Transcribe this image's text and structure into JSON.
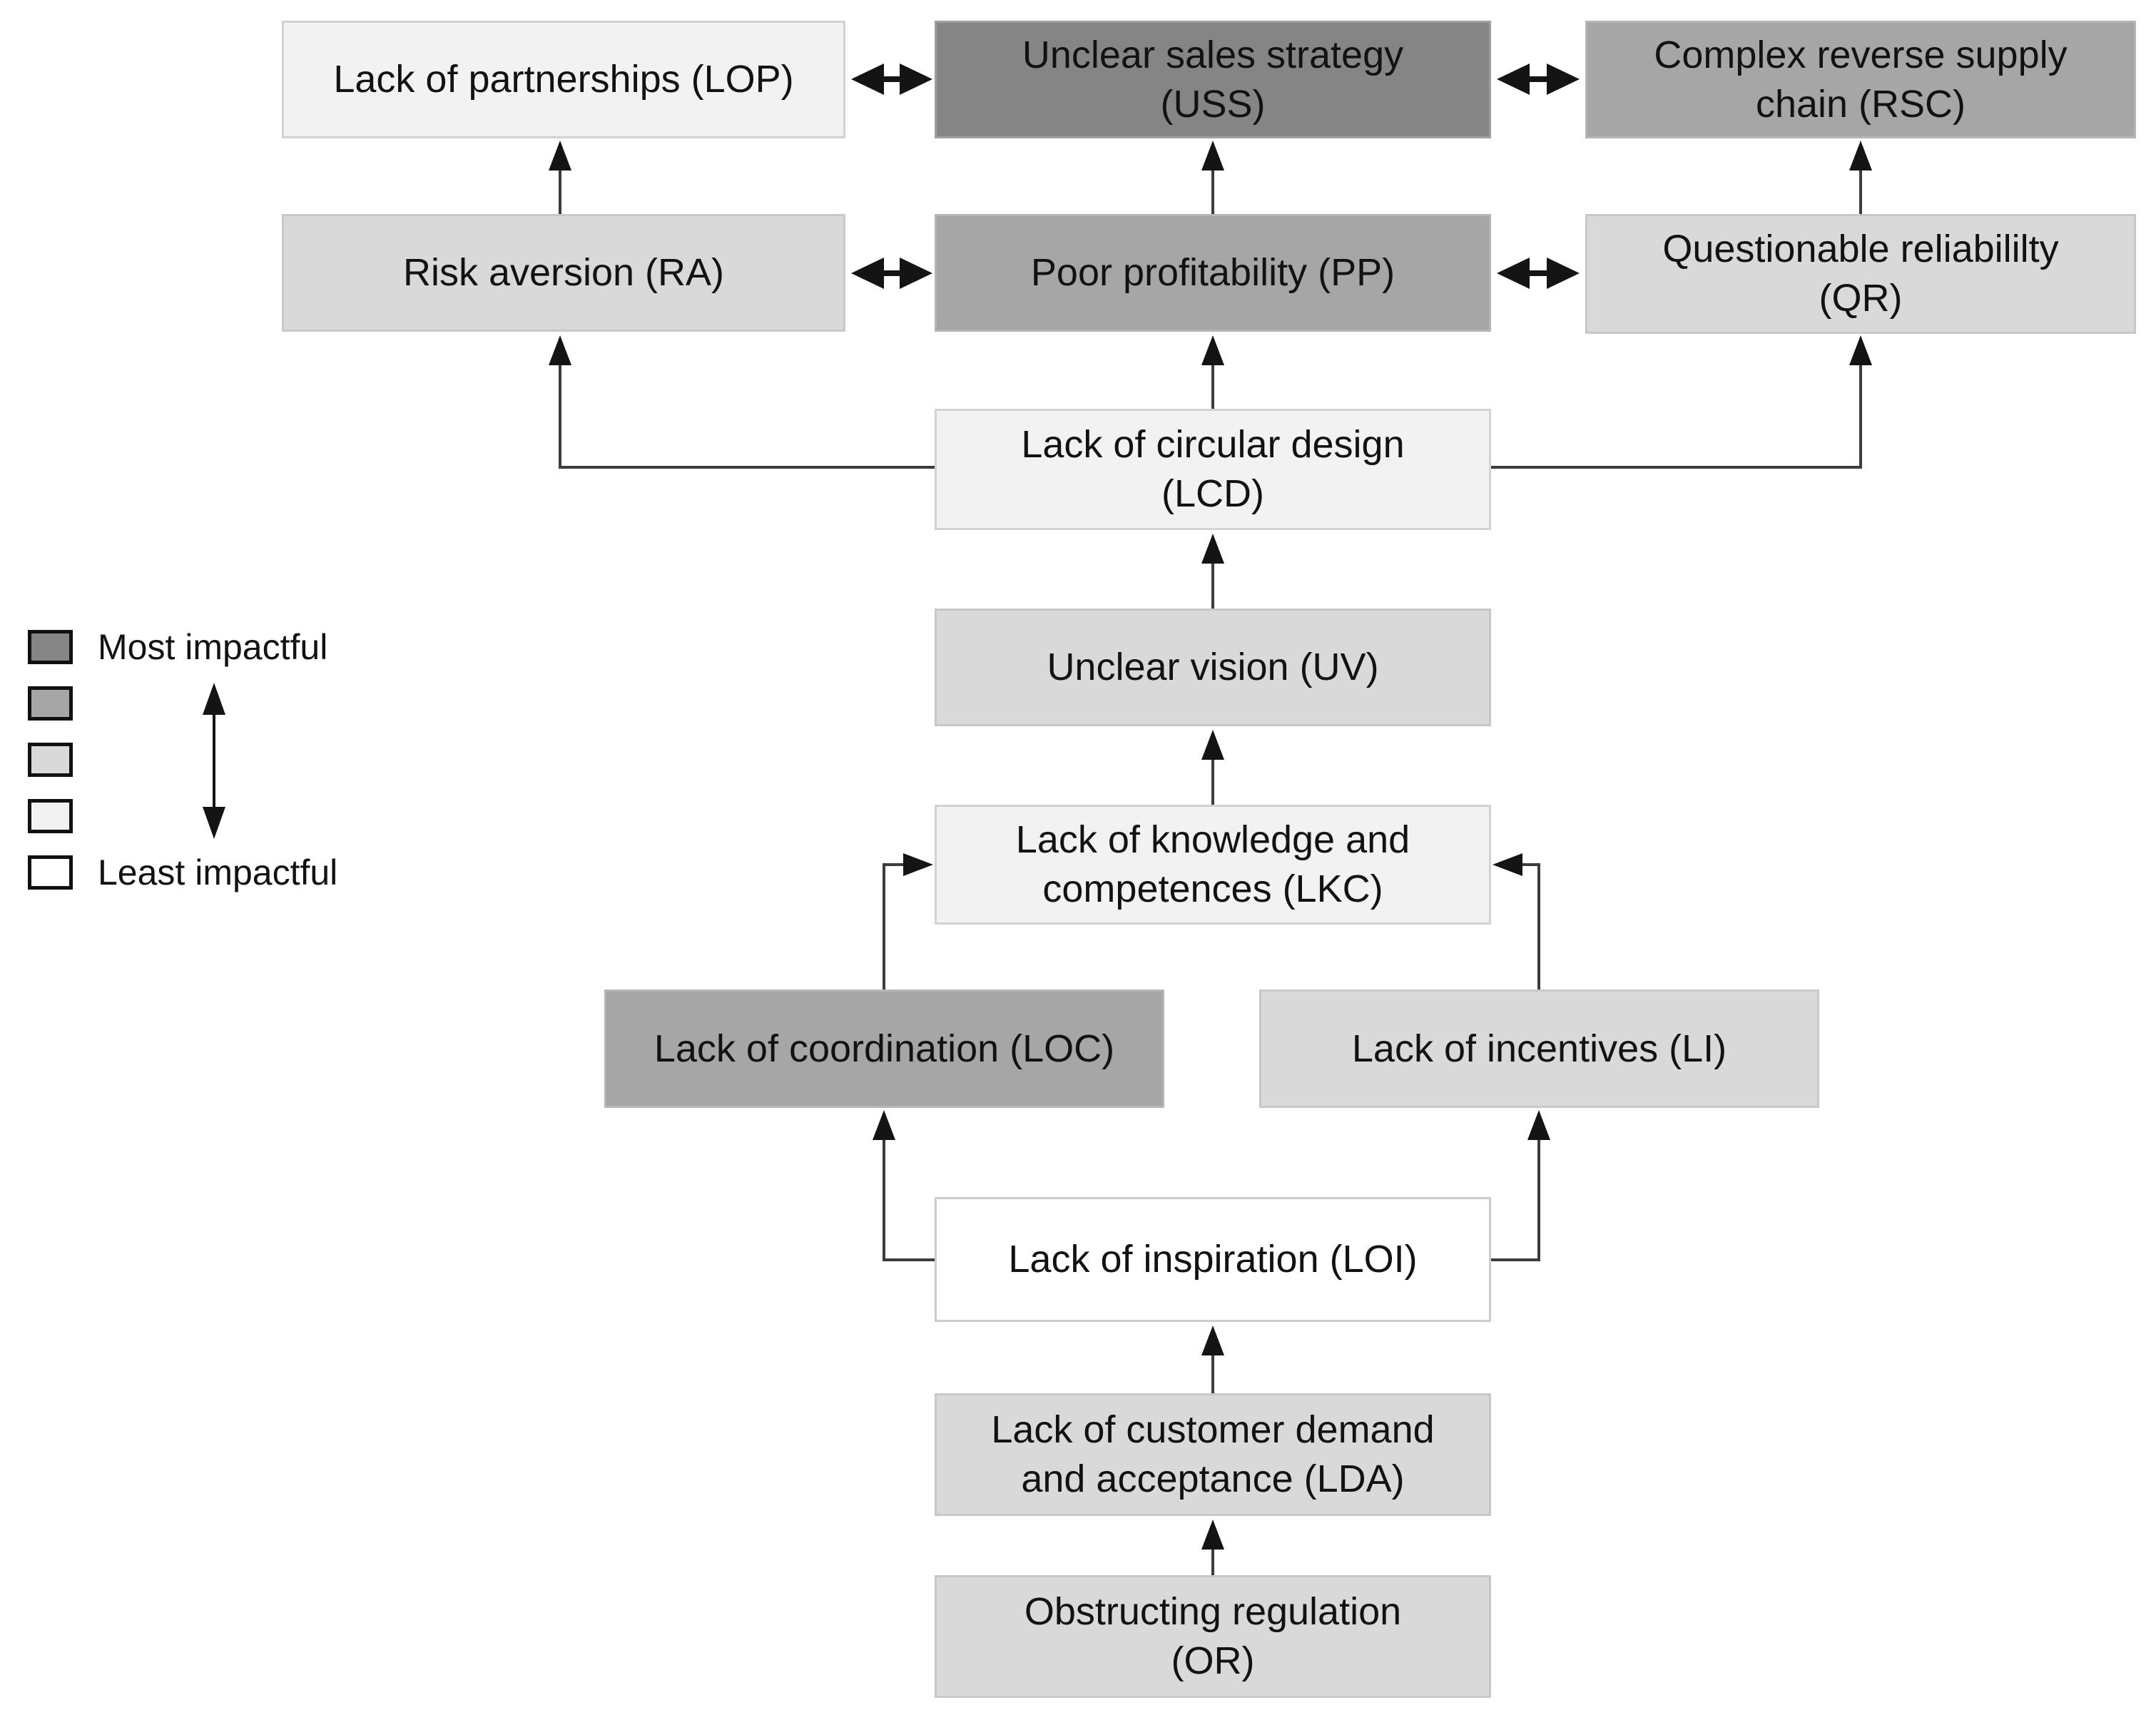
{
  "legend": {
    "most_label": "Most impactful",
    "least_label": "Least impactful",
    "levels": [
      {
        "name": "most-impactful",
        "color": "#808080"
      },
      {
        "name": "high-impact",
        "color": "#a6a6a6"
      },
      {
        "name": "medium-impact",
        "color": "#d9d9d9"
      },
      {
        "name": "low-impact",
        "color": "#f2f2f2"
      },
      {
        "name": "least-impactful",
        "color": "#ffffff"
      }
    ]
  },
  "nodes": {
    "lop": {
      "label": "Lack of partnerships (LOP)",
      "impact": "low-impact"
    },
    "uss": {
      "label": "Unclear sales strategy\n(USS)",
      "impact": "most-impactful"
    },
    "rsc": {
      "label": "Complex reverse supply\nchain (RSC)",
      "impact": "high-impact"
    },
    "ra": {
      "label": "Risk aversion (RA)",
      "impact": "medium-impact"
    },
    "pp": {
      "label": "Poor profitability (PP)",
      "impact": "high-impact"
    },
    "qr": {
      "label": "Questionable reliabililty\n(QR)",
      "impact": "medium-impact"
    },
    "lcd": {
      "label": "Lack of circular design\n(LCD)",
      "impact": "low-impact"
    },
    "uv": {
      "label": "Unclear vision (UV)",
      "impact": "medium-impact"
    },
    "lkc": {
      "label": "Lack of knowledge and\ncompetences (LKC)",
      "impact": "low-impact"
    },
    "loc": {
      "label": "Lack of coordination (LOC)",
      "impact": "high-impact"
    },
    "li": {
      "label": "Lack of incentives (LI)",
      "impact": "medium-impact"
    },
    "loi": {
      "label": "Lack of inspiration (LOI)",
      "impact": "least-impactful"
    },
    "lda": {
      "label": "Lack of customer demand\nand acceptance (LDA)",
      "impact": "medium-impact"
    },
    "or": {
      "label": "Obstructing regulation\n(OR)",
      "impact": "medium-impact"
    }
  },
  "edges": [
    {
      "from": "RA",
      "to": "LOP",
      "style": "arrow"
    },
    {
      "from": "PP",
      "to": "USS",
      "style": "arrow"
    },
    {
      "from": "QR",
      "to": "RSC",
      "style": "arrow"
    },
    {
      "from": "LOP",
      "to": "USS",
      "style": "double-arrow"
    },
    {
      "from": "USS",
      "to": "RSC",
      "style": "double-arrow"
    },
    {
      "from": "RA",
      "to": "PP",
      "style": "double-arrow"
    },
    {
      "from": "PP",
      "to": "QR",
      "style": "double-arrow"
    },
    {
      "from": "LCD",
      "to": "RA",
      "style": "arrow"
    },
    {
      "from": "LCD",
      "to": "PP",
      "style": "arrow"
    },
    {
      "from": "LCD",
      "to": "QR",
      "style": "arrow"
    },
    {
      "from": "UV",
      "to": "LCD",
      "style": "arrow"
    },
    {
      "from": "LKC",
      "to": "UV",
      "style": "arrow"
    },
    {
      "from": "LOC",
      "to": "LKC",
      "style": "arrow"
    },
    {
      "from": "LI",
      "to": "LKC",
      "style": "arrow"
    },
    {
      "from": "LOI",
      "to": "LOC",
      "style": "arrow"
    },
    {
      "from": "LOI",
      "to": "LI",
      "style": "arrow"
    },
    {
      "from": "LDA",
      "to": "LOI",
      "style": "arrow"
    },
    {
      "from": "OR",
      "to": "LDA",
      "style": "arrow"
    }
  ]
}
